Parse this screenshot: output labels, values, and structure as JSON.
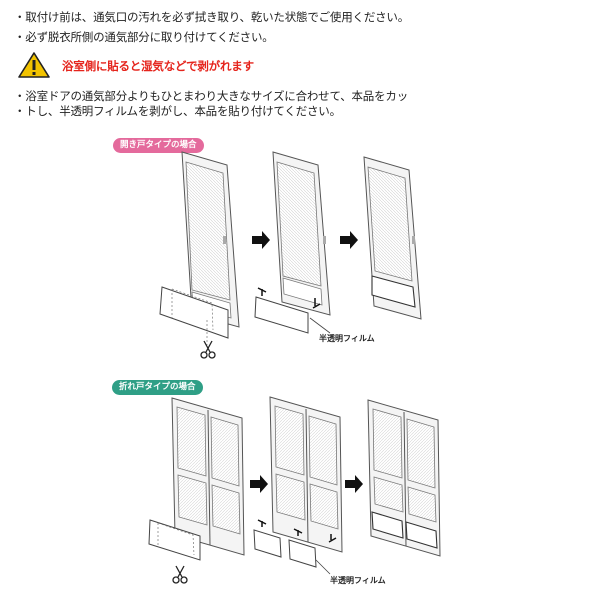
{
  "instructions": {
    "line1": "・取付け前は、通気口の汚れを必ず拭き取り、乾いた状態でご使用ください。",
    "line2": "・必ず脱衣所側の通気部分に取り付けてください。",
    "warning": "浴室側に貼ると湿気などで剥がれます",
    "line3": "・浴室ドアの通気部分よりもひとまわり大きなサイズに合わせて、本品をカッ",
    "line4": "・トし、半透明フィルムを剥がし、本品を貼り付けてください。"
  },
  "sections": {
    "hinged": {
      "badge": "開き戸タイプの場合",
      "film_label": "半透明フィルム"
    },
    "folding": {
      "badge": "折れ戸タイプの場合",
      "film_label": "半透明フィルム"
    }
  },
  "colors": {
    "warning_text": "#e5241c",
    "warning_triangle": "#f2c300",
    "badge_pink": "#e46a9c",
    "badge_green": "#2f9f86"
  }
}
